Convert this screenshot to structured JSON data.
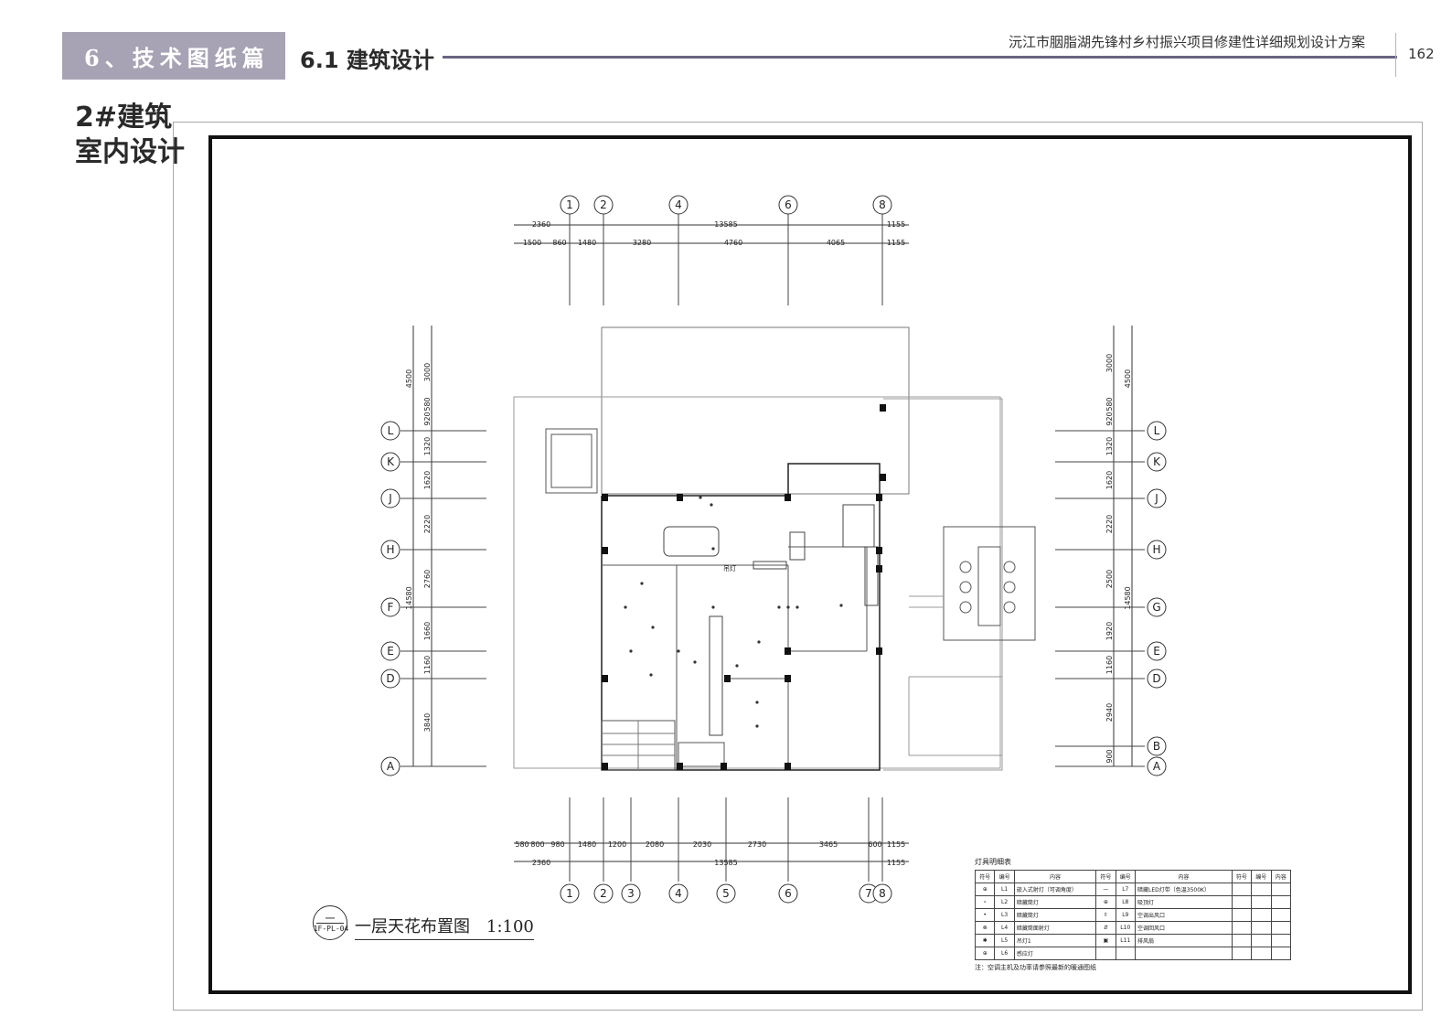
{
  "header": {
    "section_label": "6、技术图纸篇",
    "subsection_label": "6.1 建筑设计",
    "project_title": "沅江市胭脂湖先锋村乡村振兴项目修建性详细规划设计方案",
    "page_number": "162"
  },
  "building_title": {
    "line1": "2#建筑",
    "line2": "室内设计"
  },
  "drawing": {
    "axes_top": [
      "1",
      "2",
      "4",
      "6",
      "8"
    ],
    "axes_bottom": [
      "1",
      "2",
      "3",
      "4",
      "5",
      "6",
      "7",
      "8"
    ],
    "axes_left": [
      "L",
      "K",
      "J",
      "H",
      "F",
      "E",
      "D",
      "A"
    ],
    "axes_right": [
      "L",
      "K",
      "J",
      "H",
      "G",
      "E",
      "D",
      "B",
      "A"
    ],
    "dims_top_total": [
      "2360",
      "13585",
      "1155"
    ],
    "dims_top_detail": [
      "1500",
      "860",
      "1480",
      "3280",
      "4760",
      "4065",
      "1155"
    ],
    "dims_bottom_detail": [
      "580",
      "800",
      "980",
      "1480",
      "1200",
      "2080",
      "2030",
      "2730",
      "3465",
      "600",
      "1155"
    ],
    "dims_bottom_total": [
      "2360",
      "13585",
      "1155"
    ],
    "dims_left_detail": [
      "3000",
      "580",
      "920",
      "1320",
      "1620",
      "2220",
      "2760",
      "1660",
      "1160",
      "3840"
    ],
    "dims_left_total": [
      "4500",
      "14580"
    ],
    "dims_right_detail": [
      "3000",
      "580",
      "920",
      "1320",
      "1620",
      "2220",
      "2500",
      "1920",
      "1160",
      "2940",
      "900"
    ],
    "dims_right_total": [
      "4500",
      "14580"
    ],
    "lamp_note": "吊灯",
    "caption": {
      "circle_top": "一",
      "circle_bottom": "1F-PL-04",
      "title": "一层天花布置图　1:100"
    }
  },
  "legend": {
    "title": "灯具明细表",
    "headers": [
      "符号",
      "编号",
      "内容",
      "符号",
      "编号",
      "内容",
      "符号",
      "编号",
      "内容"
    ],
    "rows": [
      {
        "code1": "L1",
        "name1": "嵌入式射灯（可调角度）",
        "code2": "L7",
        "name2": "暗藏LED灯带（色温3500K）"
      },
      {
        "code1": "L2",
        "name1": "暗藏筒灯",
        "code2": "L8",
        "name2": "吸顶灯"
      },
      {
        "code1": "L3",
        "name1": "暗藏筒灯",
        "code2": "L9",
        "name2": "空调出风口"
      },
      {
        "code1": "L4",
        "name1": "暗藏筒面射灯",
        "code2": "L10",
        "name2": "空调回风口"
      },
      {
        "code1": "L5",
        "name1": "吊灯1",
        "code2": "L11",
        "name2": "排风扇"
      },
      {
        "code1": "L6",
        "name1": "感应灯",
        "code2": "",
        "name2": ""
      }
    ],
    "note": "注：空调主机及功率请参照最新的暖通图纸"
  }
}
